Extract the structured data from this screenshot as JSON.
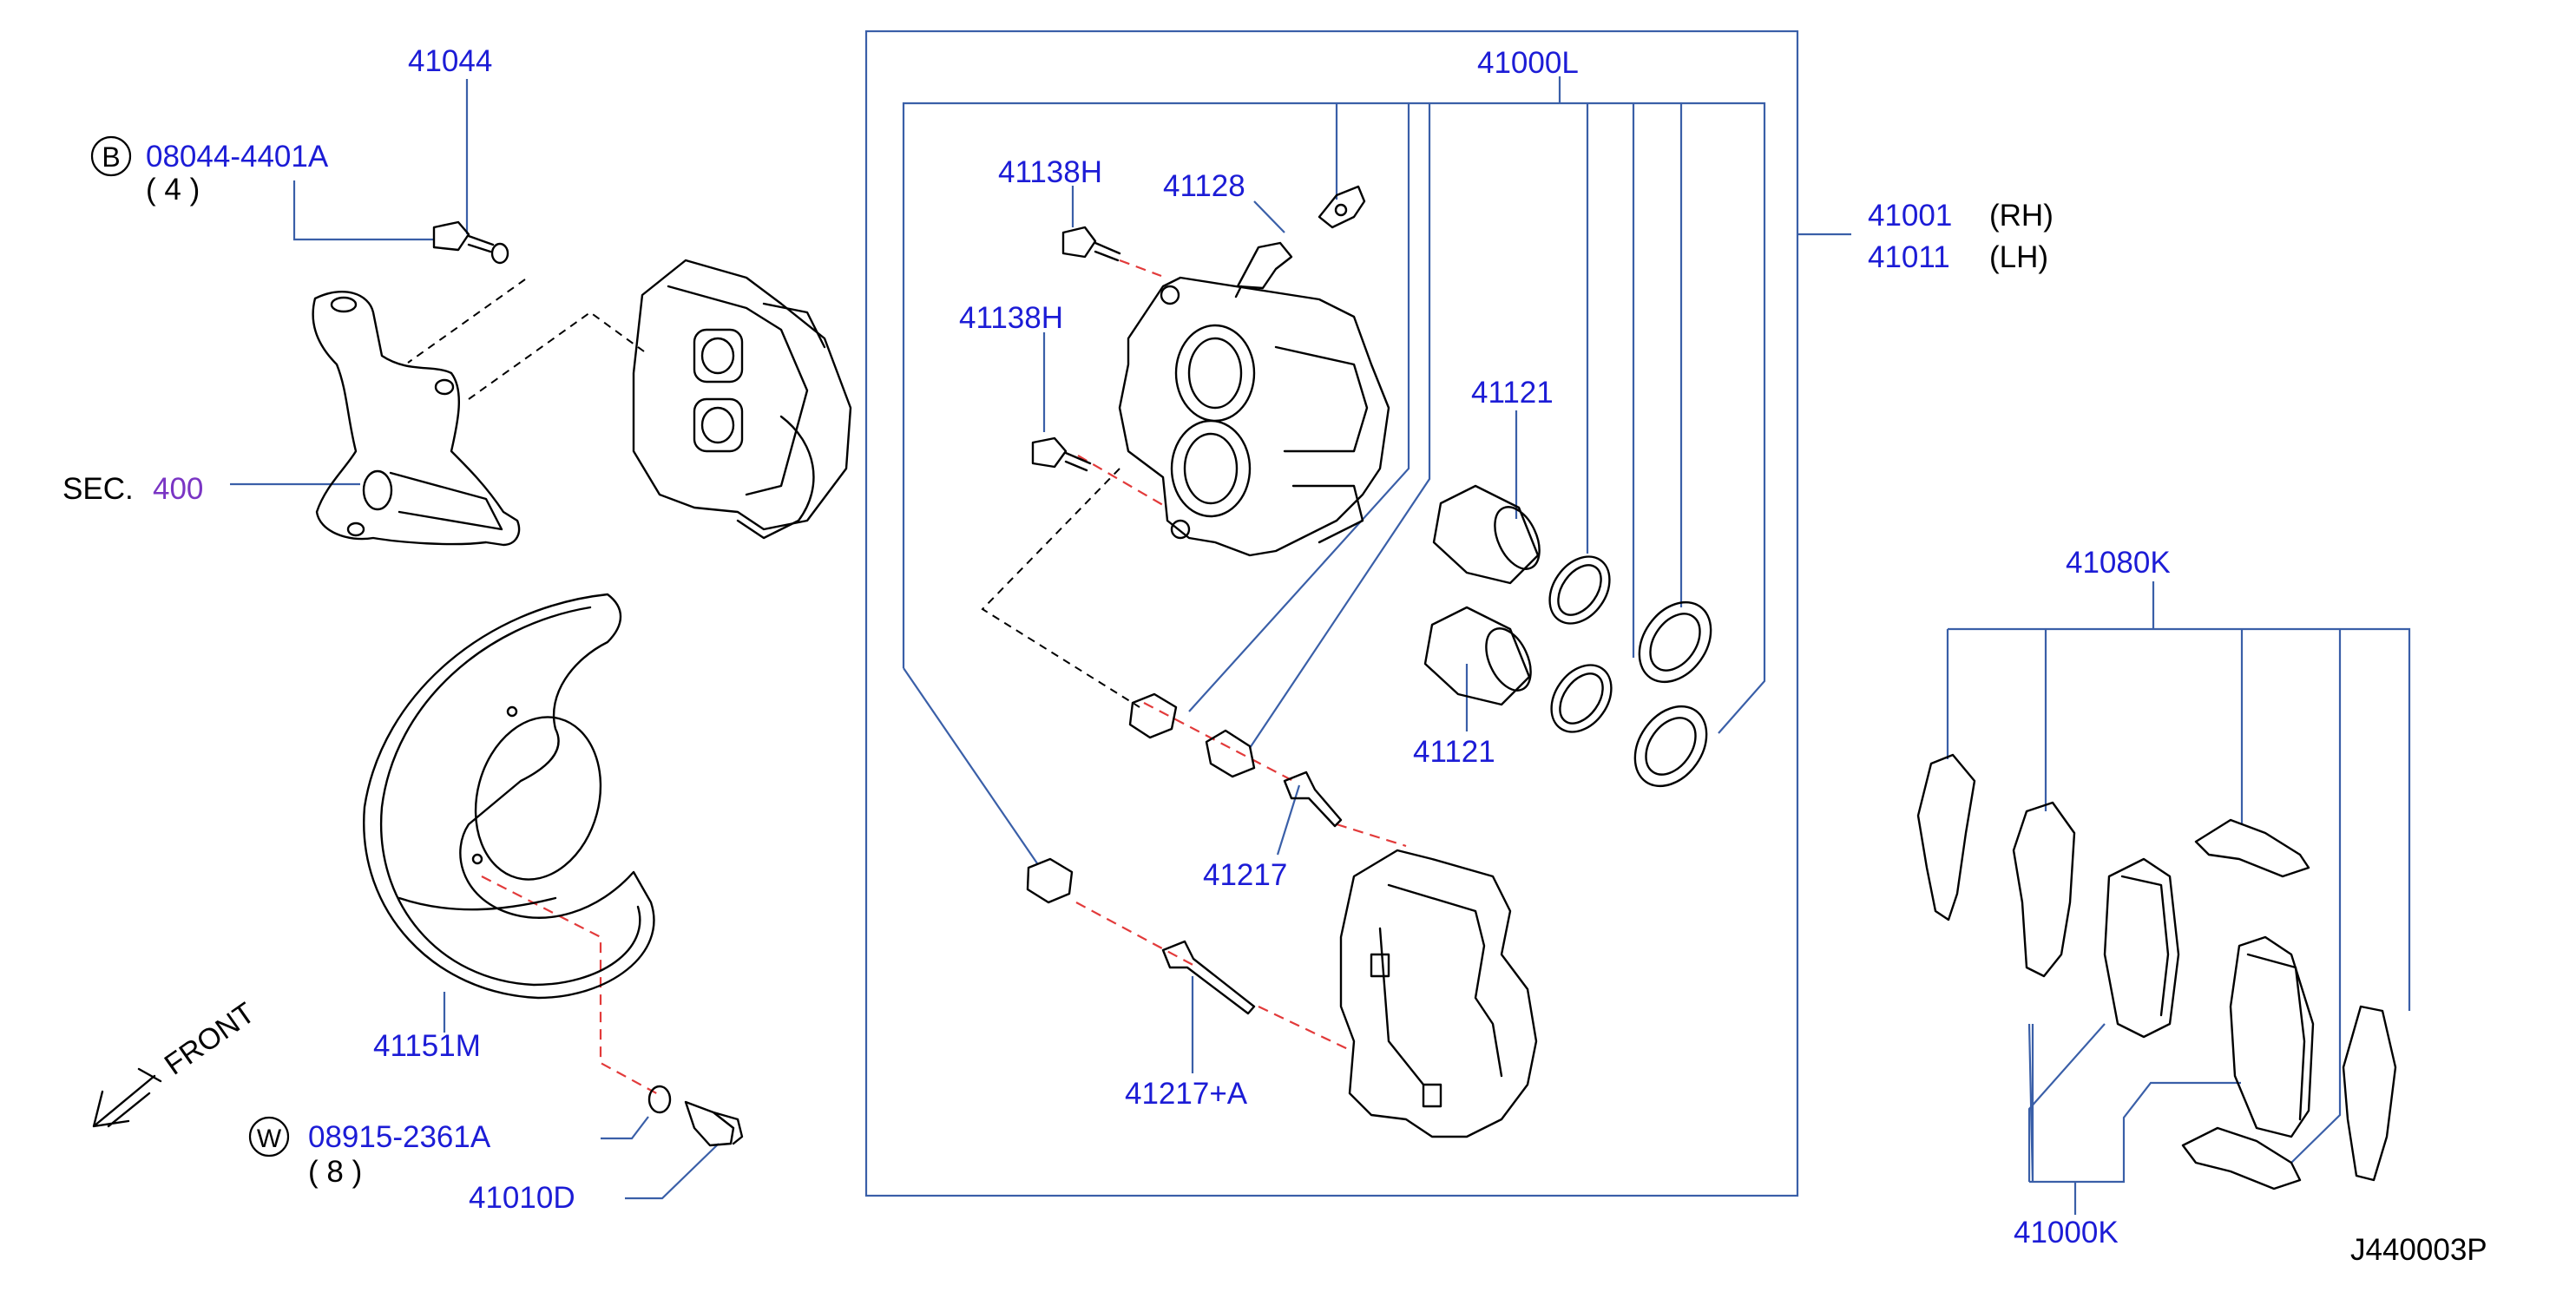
{
  "colors": {
    "part_number": "#1c1cd6",
    "section_ref": "#7a35c4",
    "leader": "#3a5fa8",
    "hidden_line": "#e23a3a",
    "line_art": "#000000"
  },
  "labels": {
    "p41044": "41044",
    "bolt_b": "08044-4401A",
    "bolt_b_qty": "( 4 )",
    "sec_prefix": "SEC.",
    "sec_num": "400",
    "p41151m": "41151M",
    "front": "FRONT",
    "washer_w": "08915-2361A",
    "washer_w_qty": "( 8 )",
    "p41010d": "41010D",
    "p41000l": "41000L",
    "p41138h_a": "41138H",
    "p41128": "41128",
    "p41138h_b": "41138H",
    "p41121_a": "41121",
    "p41121_b": "41121",
    "p41217": "41217",
    "p41217a": "41217+A",
    "p41001": "41001",
    "rh": "(RH)",
    "p41011": "41011",
    "lh": "(LH)",
    "p41080k": "41080K",
    "p41000k": "41000K",
    "diagram_id": "J440003P"
  },
  "symbols": {
    "b": "B",
    "w": "W"
  },
  "icons": {
    "front_arrow": "front-arrow-icon",
    "b_marker": "circle-b-icon",
    "w_marker": "circle-w-icon"
  }
}
